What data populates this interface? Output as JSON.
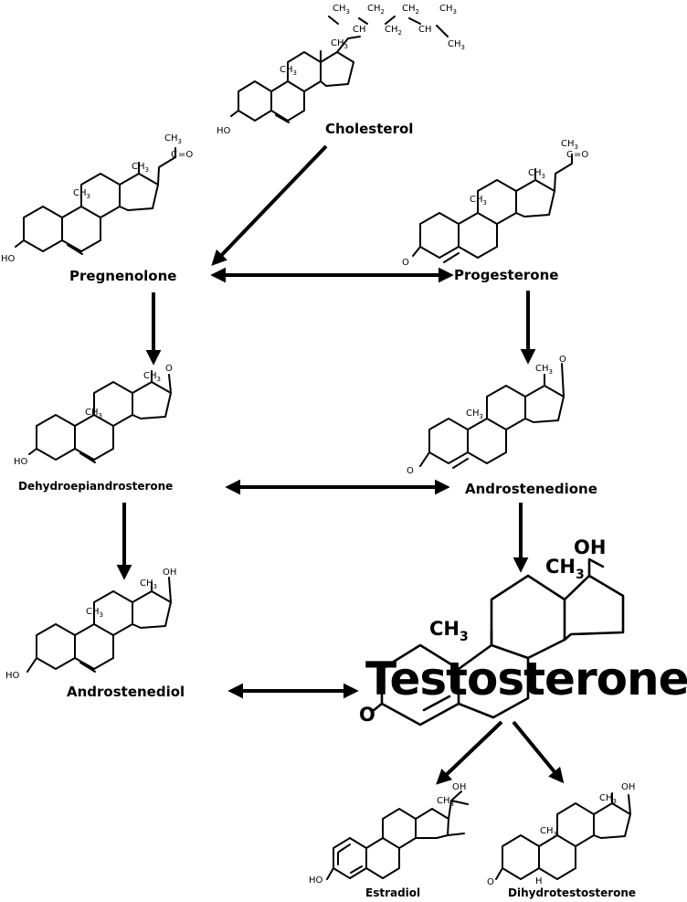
{
  "compounds": {
    "cholesterol": "Cholesterol",
    "pregnenolone": "Pregnenolone",
    "progesterone": "Progesterone",
    "dhea": "Dehydroepiandrosterone",
    "androstenedione": "Androstenedione",
    "androstenediol": "Androstenediol",
    "testosterone": "Testosterone",
    "estradiol": "Estradiol",
    "dht": "Dihydrotestosterone"
  },
  "groups": {
    "ch3": "CH",
    "sub3": "3",
    "ch2": "CH",
    "sub2": "2",
    "ch": "CH",
    "c": "C",
    "o": "O",
    "eq_o": "=O",
    "oh": "OH",
    "ho": "HO",
    "h": "H"
  }
}
